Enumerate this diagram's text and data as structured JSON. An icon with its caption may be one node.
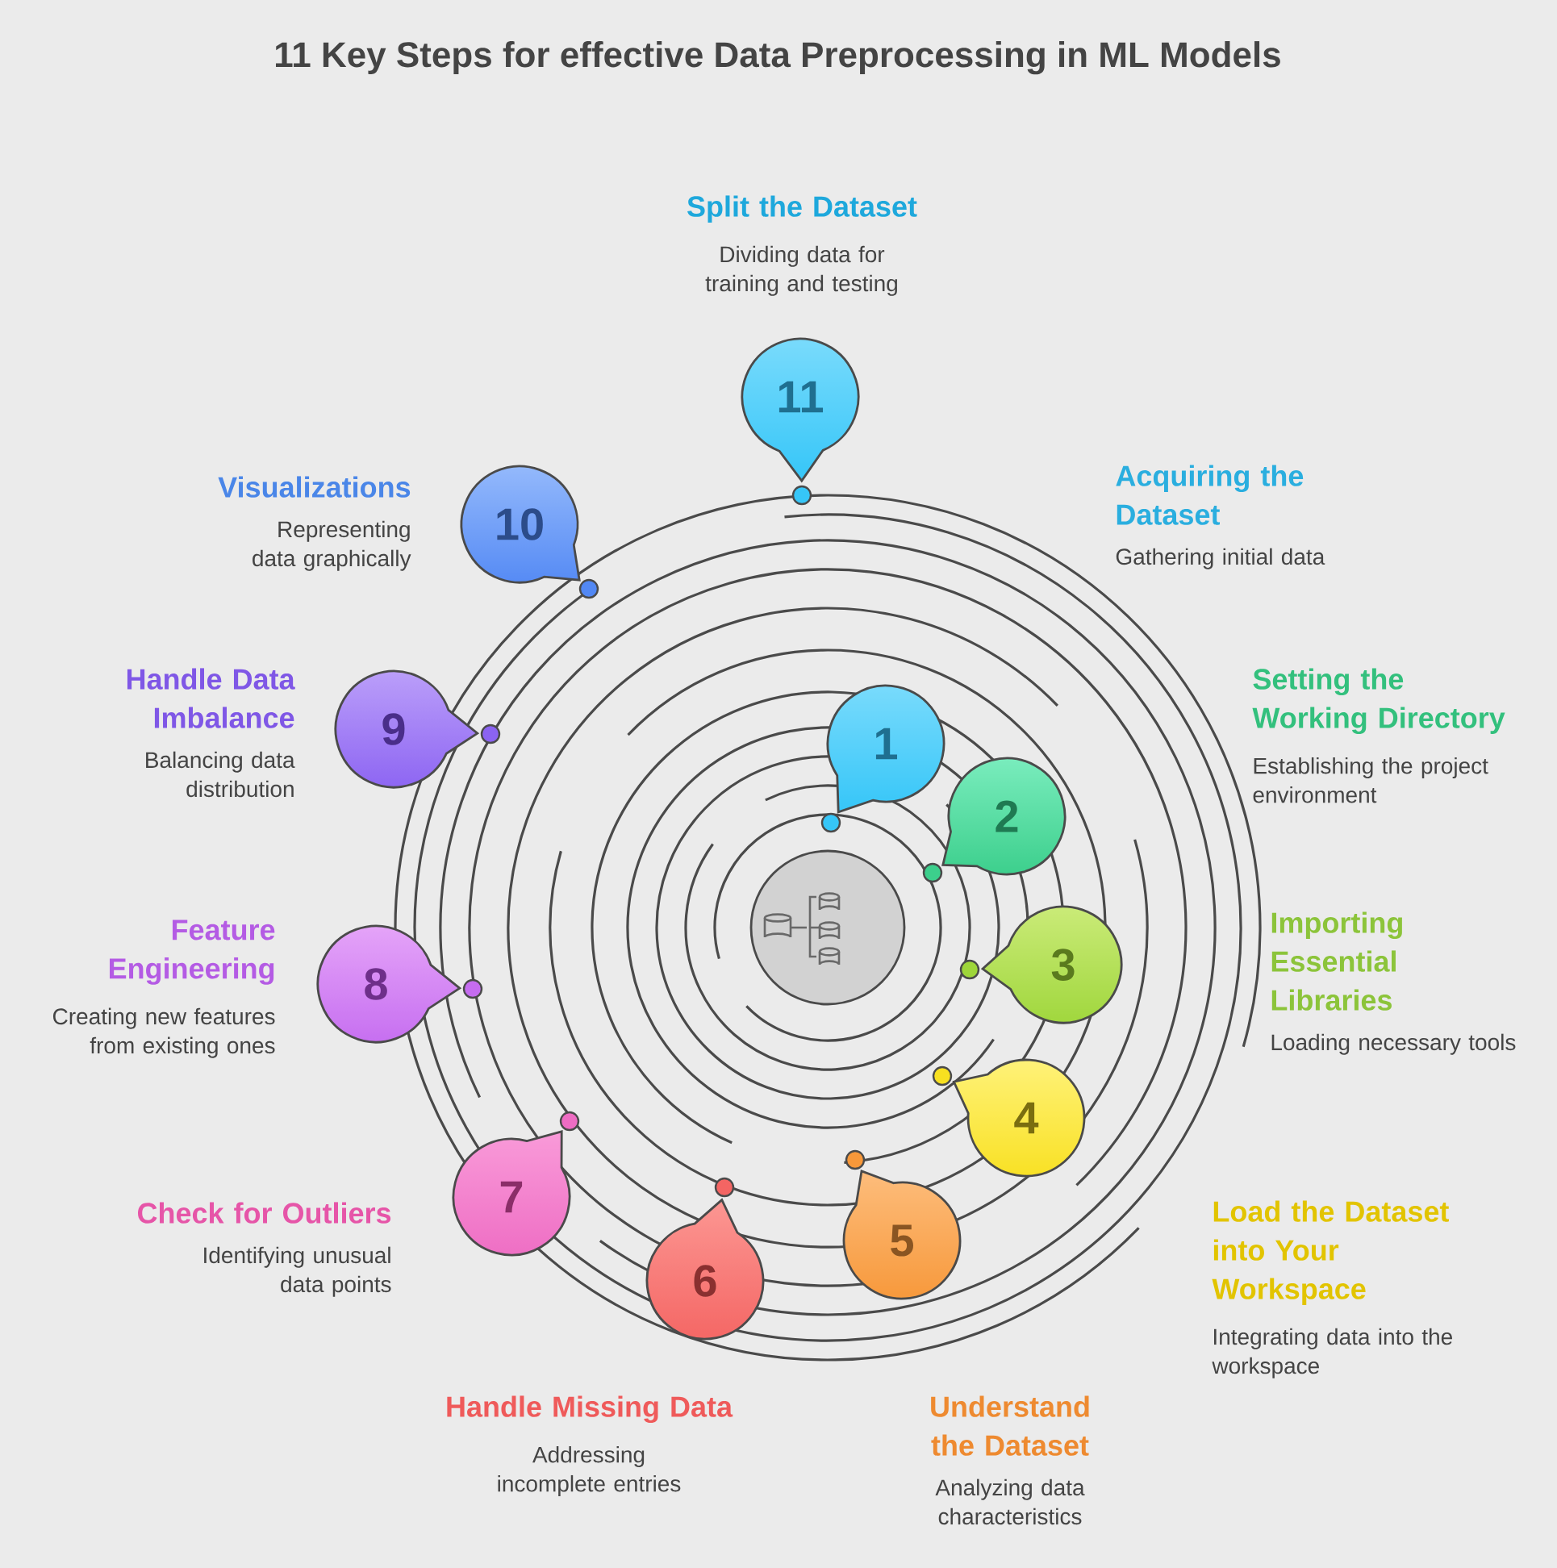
{
  "diagram": {
    "title": "11 Key Steps for effective Data Preprocessing in ML Models",
    "nodes": [
      {
        "text": [
          "1"
        ],
        "beside": [
          "Acquiring the Dataset",
          "Gathering initial data"
        ]
      },
      {
        "text": [
          "2"
        ],
        "beside": [
          "Setting the Working Directory",
          "Establishing the project environment"
        ]
      },
      {
        "text": [
          "3"
        ],
        "beside": [
          "Importing Essential Libraries",
          "Loading necessary tools"
        ]
      },
      {
        "text": [
          "4"
        ],
        "beside": [
          "Load the Dataset into Your Workspace",
          "Integrating data into the workspace"
        ]
      },
      {
        "text": [
          "5"
        ],
        "beside": [
          "Understand the Dataset",
          "Analyzing data characteristics"
        ]
      },
      {
        "text": [
          "6"
        ],
        "beside": [
          "Handle Missing Data",
          "Addressing incomplete entries"
        ]
      },
      {
        "text": [
          "7"
        ],
        "beside": [
          "Check for Outliers",
          "Identifying unusual data points"
        ]
      },
      {
        "text": [
          "8"
        ],
        "beside": [
          "Feature Engineering",
          "Creating new features from existing ones"
        ]
      },
      {
        "text": [
          "9"
        ],
        "beside": [
          "Handle Data Imbalance",
          "Balancing data distribution"
        ]
      },
      {
        "text": [
          "10"
        ],
        "beside": [
          "Visualizations",
          "Representing data graphically"
        ]
      },
      {
        "text": [
          "11"
        ],
        "beside": [
          "Split the Dataset",
          "Dividing data for training and testing"
        ]
      },
      {
        "text": [],
        "shape": "circle"
      }
    ]
  }
}
